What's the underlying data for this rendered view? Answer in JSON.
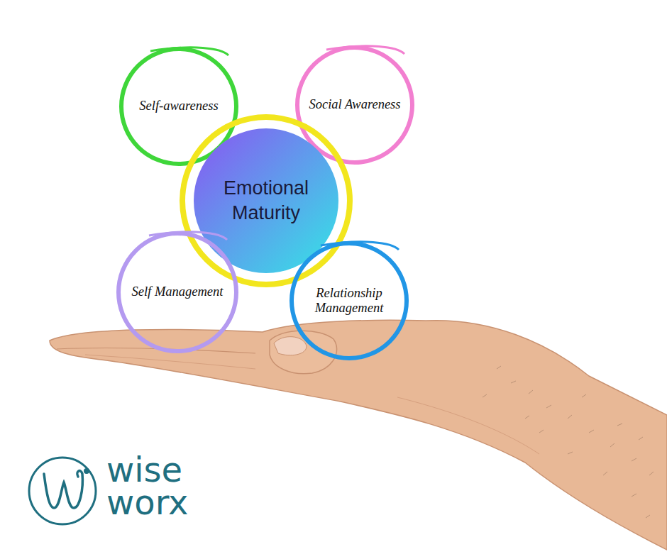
{
  "diagram": {
    "nodes": [
      {
        "text": [
          "Self-awareness"
        ]
      },
      {
        "text": [
          "Social Awareness"
        ]
      },
      {
        "text": [
          "Emotional Maturity"
        ]
      },
      {
        "text": [
          "Self Management"
        ]
      },
      {
        "text": [
          "Relationship Management"
        ]
      }
    ],
    "labels": [
      "wise worx"
    ]
  }
}
